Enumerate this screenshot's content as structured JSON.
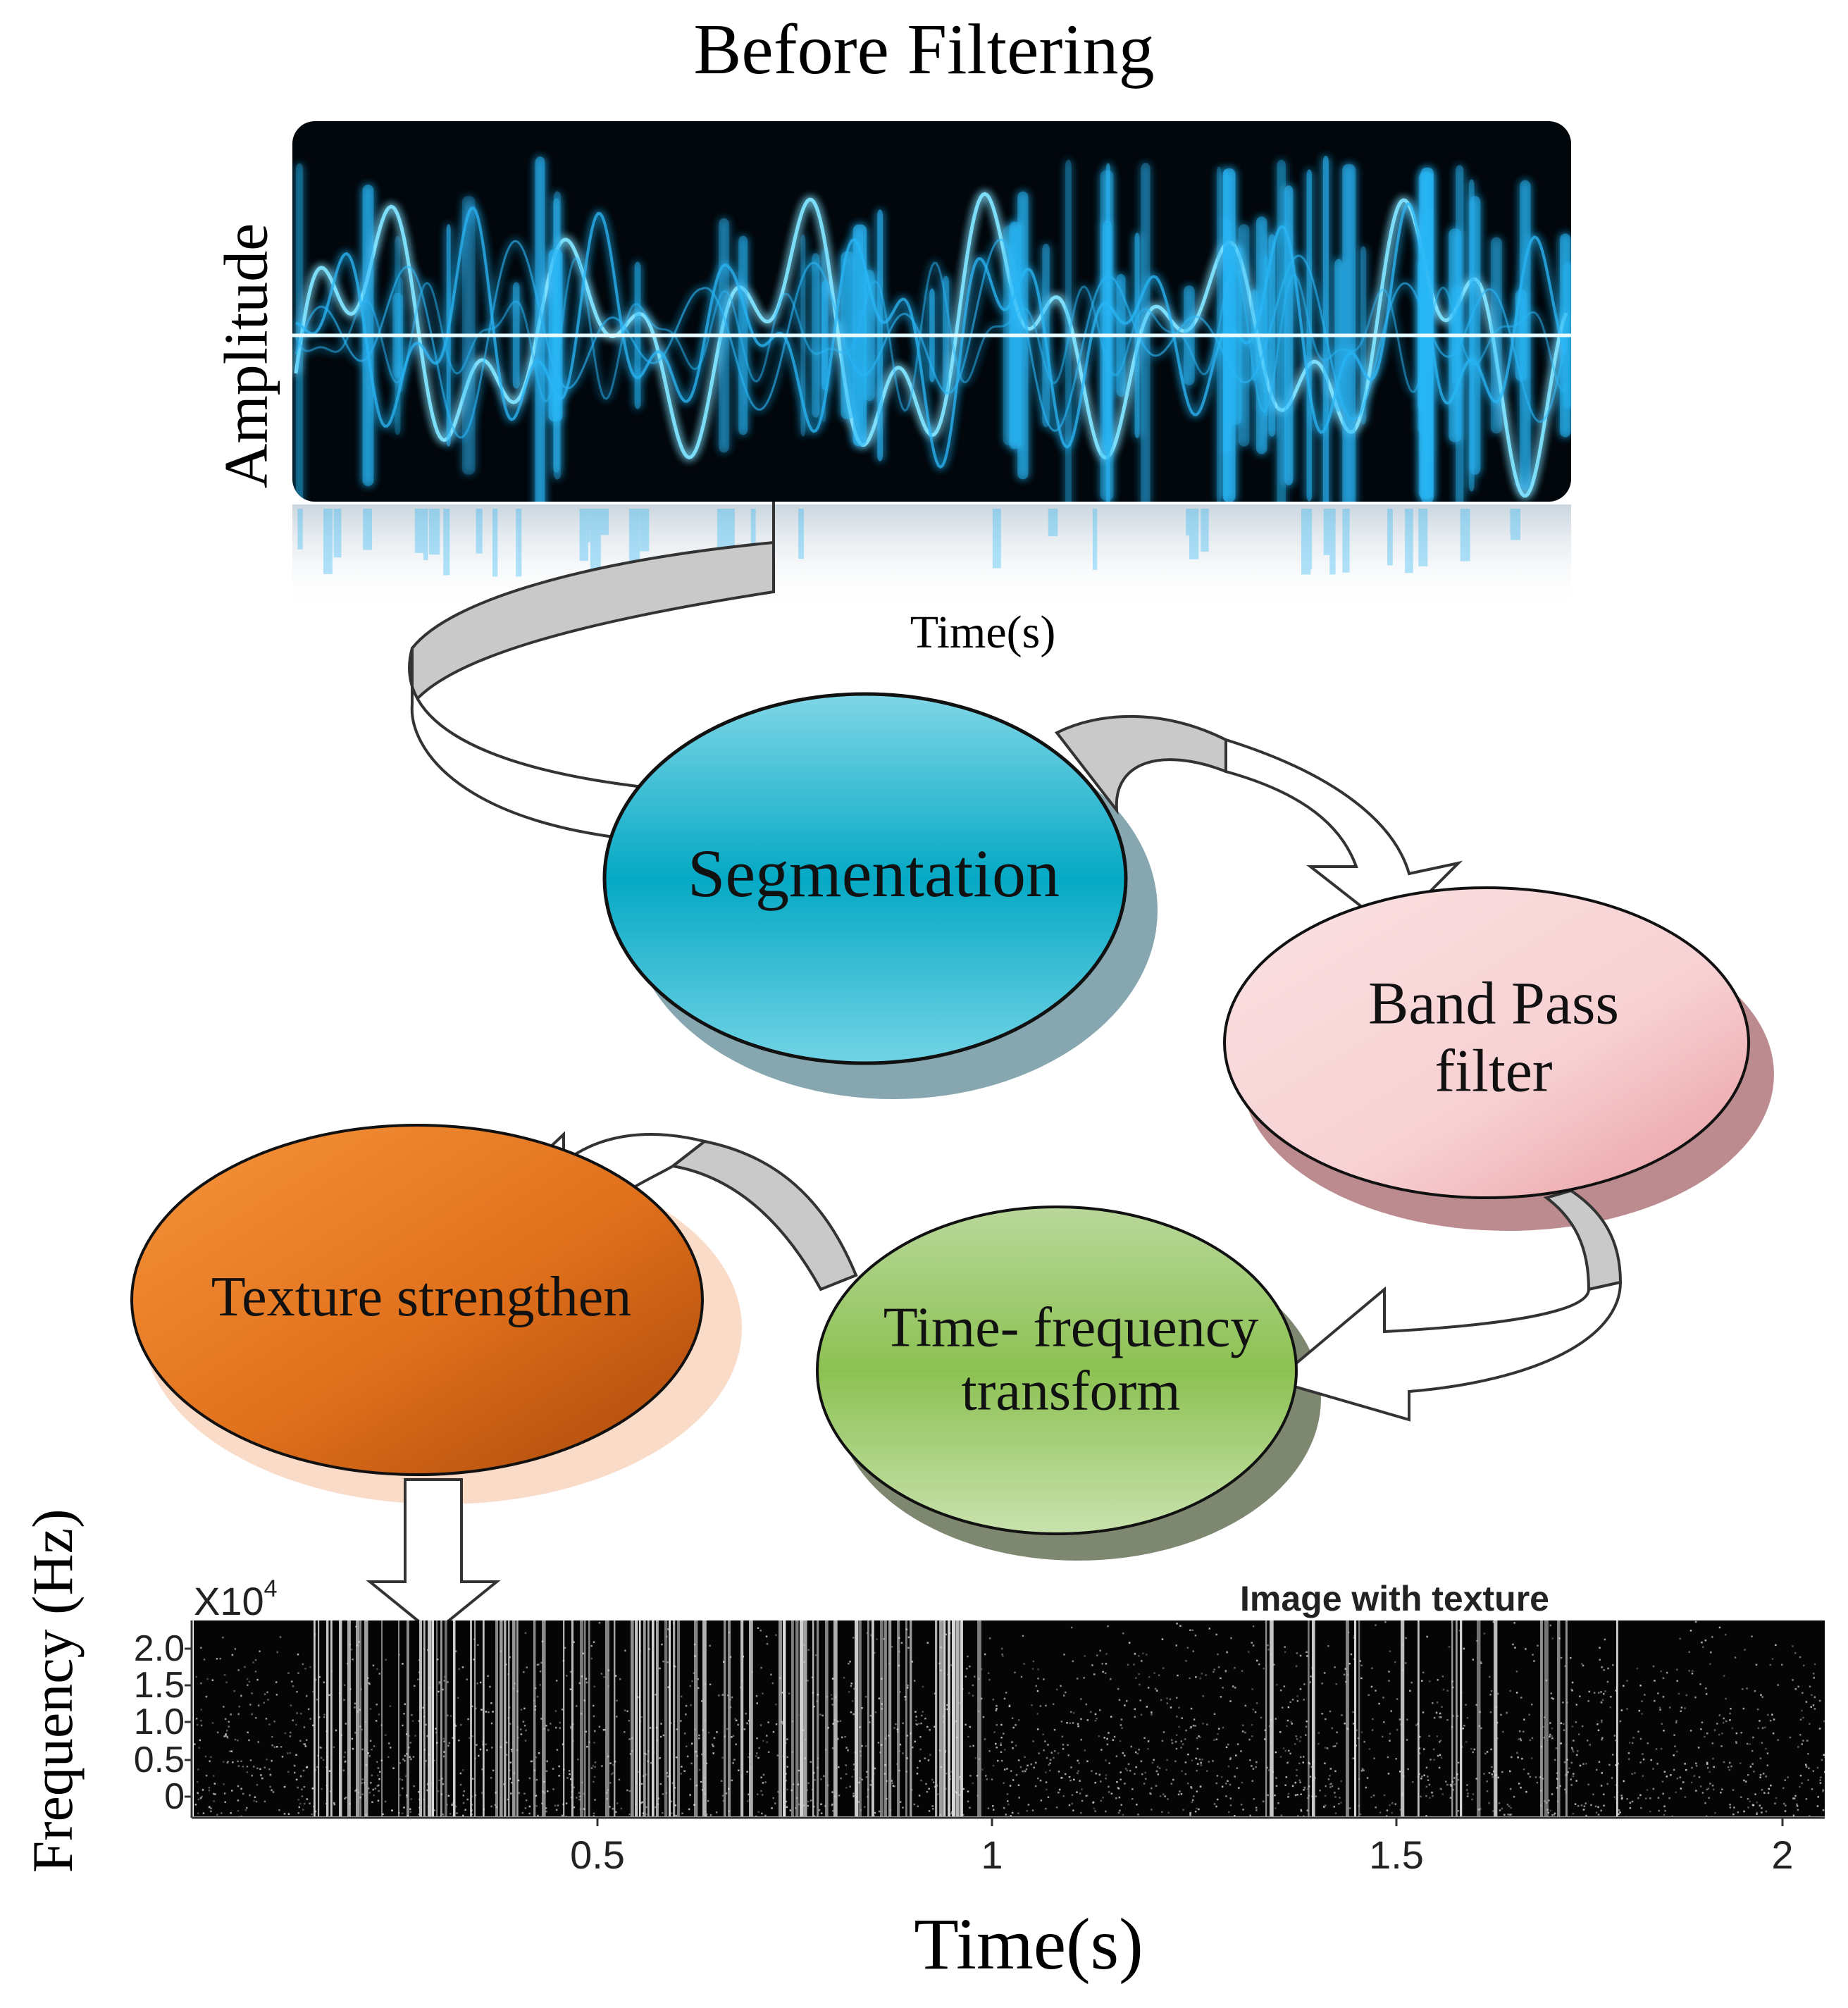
{
  "top_panel": {
    "title": "Before Filtering",
    "ylabel": "Amplitude",
    "xlabel": "Time(s)"
  },
  "nodes": {
    "segmentation": {
      "label": "Segmentation",
      "color": "#1aa9c6"
    },
    "band_pass": {
      "label": "Band Pass filter",
      "color": "#f2b8bb"
    },
    "time_frequency": {
      "line1": "Time- frequency",
      "line2": "transform",
      "color": "#8dbb54"
    },
    "texture": {
      "label": "Texture strengthen",
      "color": "#e8731e"
    }
  },
  "spectrogram": {
    "title": "Image with texture",
    "multiplier_base": "X10",
    "multiplier_exp": "4",
    "ylabel": "Frequency (Hz)",
    "xlabel": "Time(s)",
    "yticks": [
      "2.0",
      "1.5",
      "1.0",
      "0.5",
      "0"
    ],
    "xticks": [
      "0.5",
      "1",
      "1.5",
      "2"
    ]
  },
  "colors": {
    "waveform": "#29b6f6",
    "arrow_fill": "#ffffff",
    "arrow_shadow": "#c8c8c8"
  }
}
